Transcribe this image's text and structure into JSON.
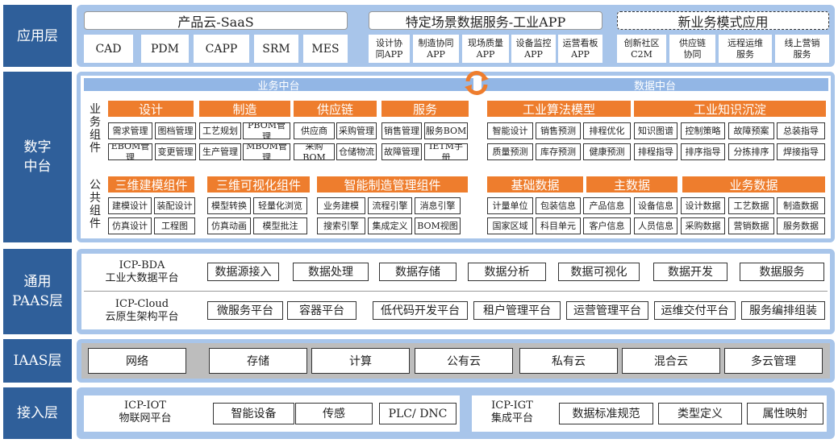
{
  "layers": {
    "app": "应用层",
    "mid": "数字\n中台",
    "paas": "通用\nPAAS层",
    "iaas": "IAAS层",
    "access": "接入层"
  },
  "app": {
    "saas_title": "产品云-SaaS",
    "saas_items": [
      "CAD",
      "PDM",
      "CAPP",
      "SRM",
      "MES"
    ],
    "scene_title": "特定场景数据服务-工业APP",
    "scene_items": [
      "设计协\n同APP",
      "制造协同\nAPP",
      "现场质量\nAPP",
      "设备监控\nAPP",
      "运营看板\nAPP"
    ],
    "new_title": "新业务模式应用",
    "new_items": [
      "创新社区\nC2M",
      "供应链\n协同",
      "远程运维\n服务",
      "线上营销\n服务"
    ]
  },
  "mid": {
    "biz_center": "业务中台",
    "data_center": "数据中台",
    "biz_comp_label": "业务组件",
    "biz_heads": [
      "设计",
      "制造",
      "供应链",
      "服务"
    ],
    "biz_row1": [
      "需求管理",
      "图档管理",
      "工艺规划",
      "PBOM管理",
      "供应商",
      "采购管理",
      "销售管理",
      "服务BOM"
    ],
    "biz_row2": [
      "EBOM管理",
      "变更管理",
      "生产管理",
      "MBOM管理",
      "采购BOM",
      "仓储物流",
      "故障管理",
      "IETM手册"
    ],
    "pub_comp_label": "公共组件",
    "pub_heads": [
      "三维建模组件",
      "三维可视化组件",
      "智能制造管理组件"
    ],
    "pub_row1": [
      "建模设计",
      "装配设计",
      "模型转换",
      "轻量化浏览",
      "业务建模",
      "流程引擎",
      "消息引擎"
    ],
    "pub_row2": [
      "仿真设计",
      "工程图",
      "仿真动画",
      "模型批注",
      "搜索引擎",
      "集成定义",
      "BOM视图"
    ],
    "data_heads1": [
      "工业算法模型",
      "工业知识沉淀"
    ],
    "data_row1": [
      "智能设计",
      "销售预测",
      "排程优化",
      "知识图谱",
      "控制策略",
      "故障预案",
      "总装指导"
    ],
    "data_row2": [
      "质量预测",
      "库存预测",
      "健康预测",
      "排程指导",
      "排序指导",
      "分拣排序",
      "焊接指导"
    ],
    "data_heads2": [
      "基础数据",
      "主数据",
      "业务数据"
    ],
    "data_row3": [
      "计量单位",
      "包装信息",
      "产品信息",
      "设备信息",
      "设计数据",
      "工艺数据",
      "制造数据"
    ],
    "data_row4": [
      "国家区域",
      "科目单元",
      "客户信息",
      "人员信息",
      "采购数据",
      "营销数据",
      "服务数据"
    ]
  },
  "paas": {
    "bda_label": "ICP-BDA\n工业大数据平台",
    "bda_items": [
      "数据源接入",
      "数据处理",
      "数据存储",
      "数据分析",
      "数据可视化",
      "数据开发",
      "数据服务"
    ],
    "cloud_label": "ICP-Cloud\n云原生架构平台",
    "cloud_items": [
      "微服务平台",
      "容器平台",
      "低代码开发平台",
      "租户管理平台",
      "运营管理平台",
      "运维交付平台",
      "服务编排组装"
    ]
  },
  "iaas": {
    "items": [
      "网络",
      "存储",
      "计算",
      "公有云",
      "私有云",
      "混合云",
      "多云管理"
    ]
  },
  "access": {
    "iot_label": "ICP-IOT\n物联网平台",
    "iot_items": [
      "智能设备",
      "传感",
      "PLC/ DNC"
    ],
    "igt_label": "ICP-IGT\n集成平台",
    "igt_items": [
      "数据标准规范",
      "类型定义",
      "属性映射"
    ]
  }
}
